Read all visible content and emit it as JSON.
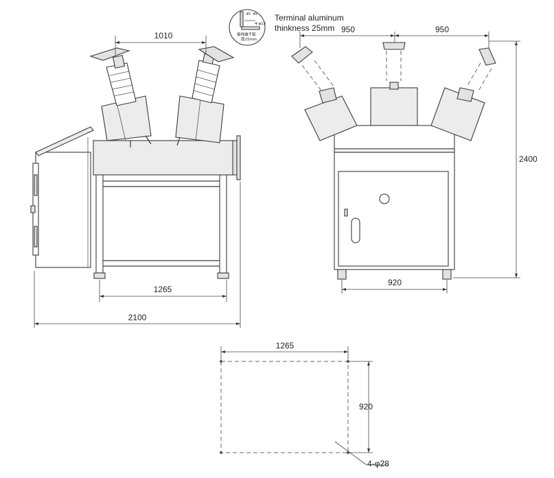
{
  "note": {
    "line1": "Terminal aluminum",
    "line2": "thinkness 25mm",
    "detail_small_1": "45",
    "detail_small_2": "45",
    "detail_small_3": "4-φ13",
    "detail_caption_1": "接线端子铝",
    "detail_caption_2": "厚25mm"
  },
  "dimensions": {
    "side_top": "1010",
    "side_base": "1265",
    "side_total": "2100",
    "front_left": "950",
    "front_right": "950",
    "front_height": "2400",
    "front_base": "920",
    "plan_width": "1265",
    "plan_depth": "920",
    "plan_holes": "4-φ28"
  }
}
